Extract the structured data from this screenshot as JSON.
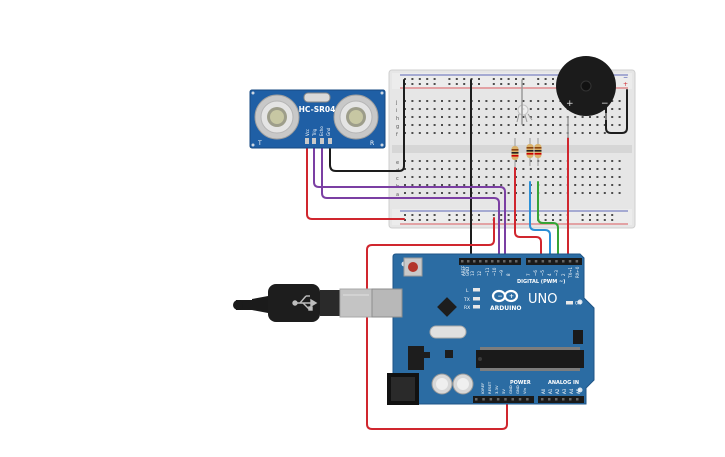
{
  "sensor": {
    "label": "HC-SR04",
    "pins": [
      "Vcc",
      "Trig",
      "Echo",
      "Gnd"
    ],
    "side_left": "T",
    "side_right": "R"
  },
  "buzzer": {
    "plus": "+",
    "minus": "−"
  },
  "breadboard": {
    "row_letters_top": [
      "j",
      "i",
      "h",
      "g",
      "f"
    ],
    "row_letters_bottom": [
      "e",
      "d",
      "c",
      "b",
      "a"
    ],
    "rail_plus": "+",
    "rail_minus": "−"
  },
  "arduino": {
    "brand": "ARDUINO",
    "model": "UNO",
    "digital_label": "DIGITAL (PWM ~)",
    "power_label": "POWER",
    "analog_label": "ANALOG IN",
    "led_labels": [
      "L",
      "TX",
      "RX"
    ],
    "on_label": "ON",
    "digital_pins": [
      "AREF",
      "GND",
      "13",
      "12",
      "~11",
      "~10",
      "~9",
      "8",
      "7",
      "~6",
      "~5",
      "4",
      "~3",
      "2",
      "TX→1",
      "RX←0"
    ],
    "power_pins": [
      "IOREF",
      "RESET",
      "3.3V",
      "5V",
      "GND",
      "GND",
      "Vin"
    ],
    "analog_pins": [
      "A0",
      "A1",
      "A2",
      "A3",
      "A4",
      "A5"
    ]
  },
  "colors": {
    "board_blue": "#2b6ca3",
    "sensor_blue": "#1f5fa5",
    "breadboard": "#e7e7e7",
    "wire_red": "#d0262e",
    "wire_black": "#1d1d1d",
    "wire_purple": "#7b3fa3",
    "wire_green": "#36a336",
    "wire_blue": "#2a8fd6"
  }
}
